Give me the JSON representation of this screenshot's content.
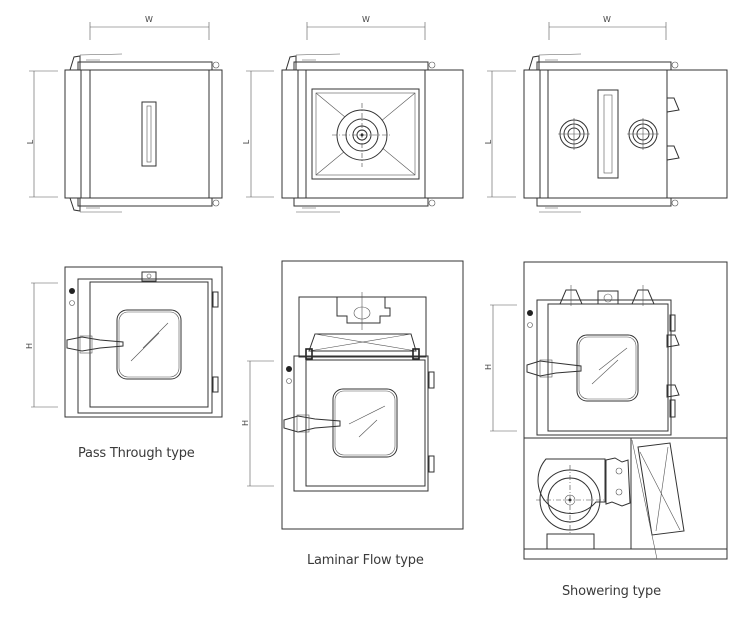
{
  "diagram": {
    "title": "Pass box types – dimension drawings",
    "dimension_labels": {
      "width": "W",
      "length": "L",
      "height": "H"
    },
    "views": [
      {
        "id": "pass-through",
        "caption": "Pass Through type",
        "top_view_dims": [
          "W",
          "L"
        ],
        "front_view_dims": [
          "H"
        ],
        "features": [
          "door handle",
          "vision window",
          "hinges",
          "interlock indicator lights"
        ]
      },
      {
        "id": "laminar-flow",
        "caption": "Laminar Flow type",
        "top_view_dims": [
          "W",
          "L"
        ],
        "front_view_dims": [
          "H"
        ],
        "features": [
          "fan filter unit",
          "HEPA filter",
          "door handle",
          "vision window",
          "hinges"
        ]
      },
      {
        "id": "showering",
        "caption": "Showering type",
        "top_view_dims": [
          "W",
          "L"
        ],
        "front_view_dims": [
          "H"
        ],
        "features": [
          "air nozzles",
          "blower",
          "HEPA filter",
          "door handle",
          "vision window",
          "hinges"
        ]
      }
    ]
  }
}
